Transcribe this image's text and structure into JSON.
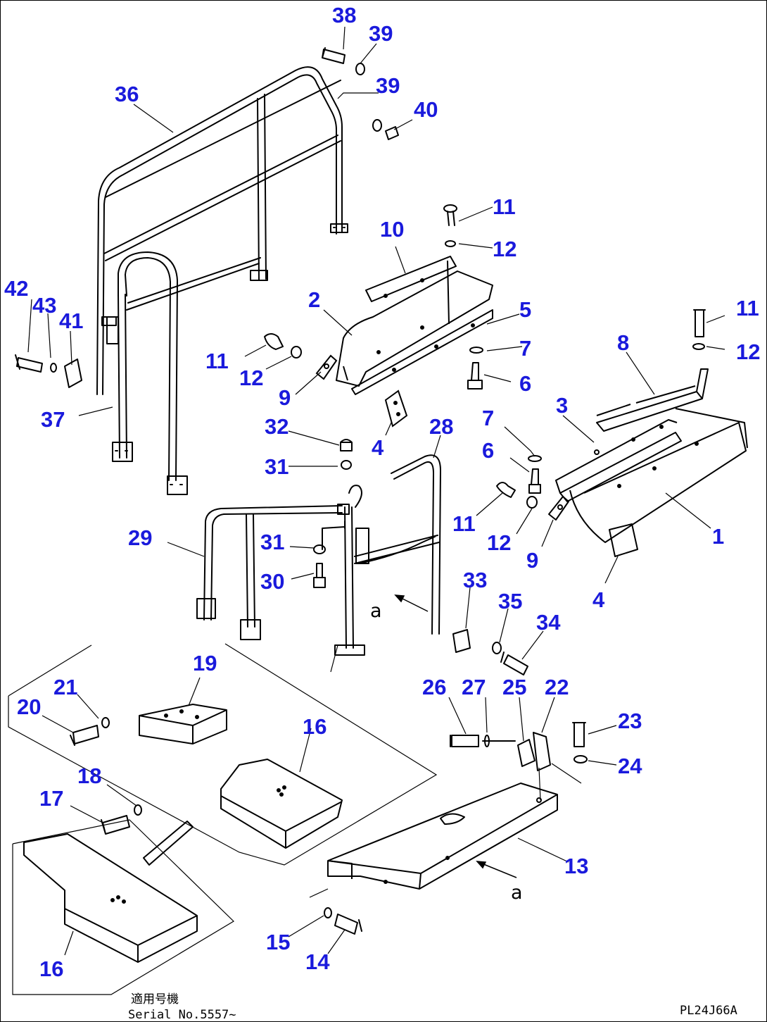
{
  "drawing_code": "PL24J66A",
  "applicability": {
    "label": "適用号機",
    "serial": "Serial No.5557~"
  },
  "view_arrow_label": "a",
  "colors": {
    "callout": "#1a1adc",
    "linework": "#000000",
    "background": "#ffffff"
  },
  "callouts": [
    "38",
    "39",
    "39",
    "40",
    "36",
    "11",
    "12",
    "10",
    "2",
    "5",
    "7",
    "6",
    "11",
    "12",
    "8",
    "3",
    "7",
    "6",
    "11",
    "12",
    "9",
    "1",
    "4",
    "42",
    "43",
    "41",
    "37",
    "11",
    "12",
    "9",
    "32",
    "31",
    "4",
    "28",
    "29",
    "31",
    "30",
    "33",
    "35",
    "34",
    "26",
    "27",
    "25",
    "22",
    "23",
    "24",
    "19",
    "21",
    "20",
    "16",
    "18",
    "17",
    "13",
    "15",
    "14",
    "16"
  ]
}
